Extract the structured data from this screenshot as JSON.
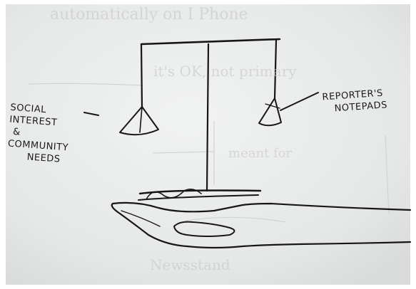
{
  "sketch": {
    "left_pan_label": [
      "SOCIAL",
      "INTEREST",
      "&",
      "COMMUNITY",
      "NEEDS"
    ],
    "right_pan_label": [
      "REPORTER'S",
      "NOTEPADS"
    ]
  },
  "show_through": {
    "line1": "automatically on I Phone",
    "line2": "it's OK, not primary",
    "line3": "meant for",
    "line4": "Newsstand"
  },
  "colors": {
    "paper": "#e8eaea",
    "ink": "#161616",
    "ghost_ink": "#c4c6c3"
  }
}
